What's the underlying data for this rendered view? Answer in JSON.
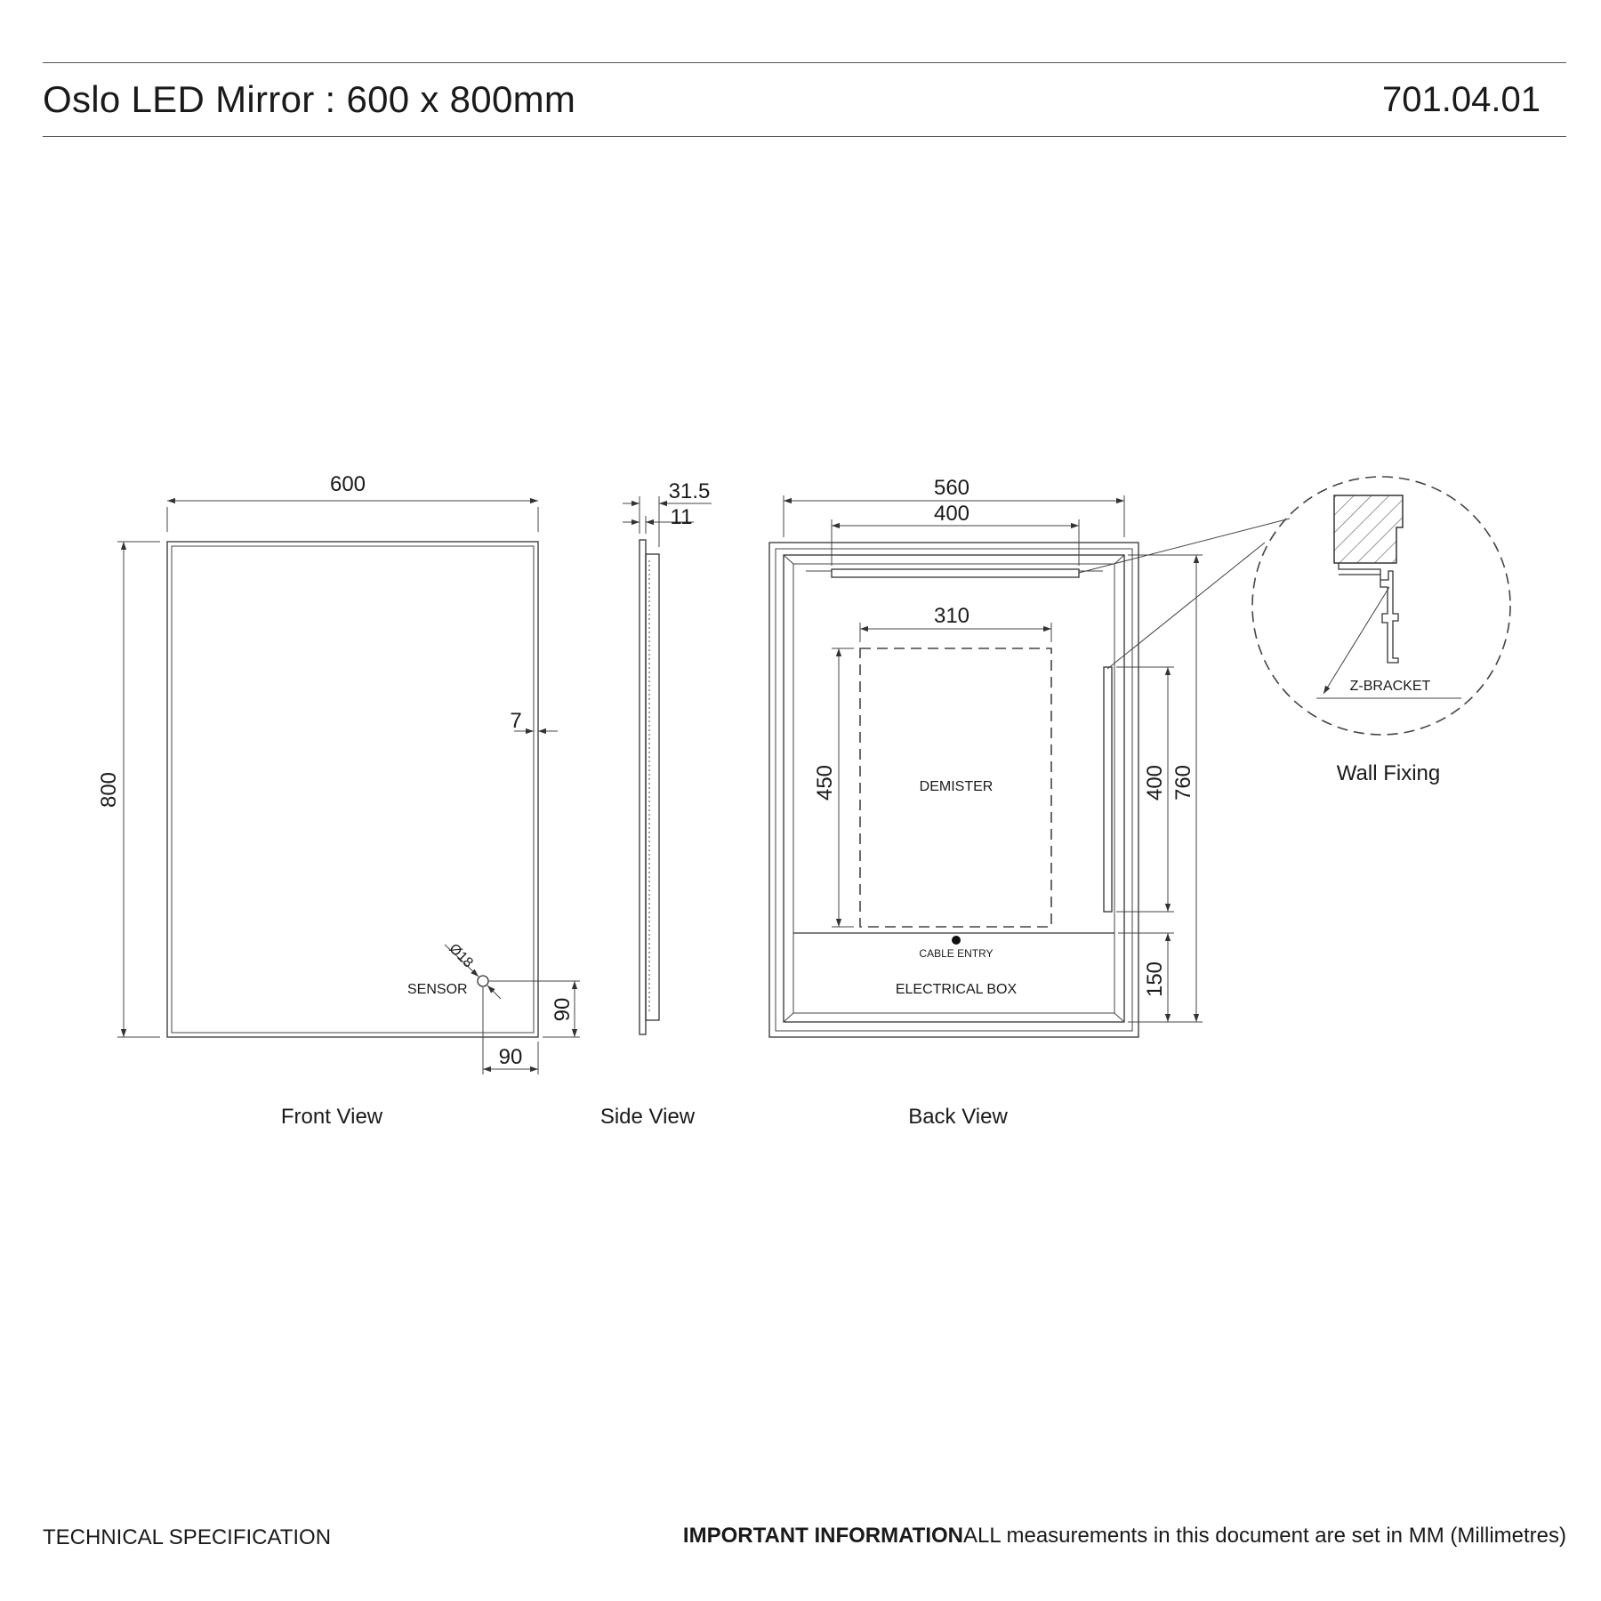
{
  "header": {
    "title": "Oslo LED Mirror : 600 x 800mm",
    "code": "701.04.01"
  },
  "footer": {
    "left": "TECHNICAL SPECIFICATION",
    "important_label": "IMPORTANT INFORMATION",
    "important_text": "ALL measurements in this document are set in MM (Millimetres)"
  },
  "front_view": {
    "label": "Front View",
    "width": "600",
    "height": "800",
    "border": "7",
    "sensor_label": "SENSOR",
    "sensor_diameter": "Ø18",
    "sensor_from_bottom": "90",
    "sensor_from_right": "90"
  },
  "side_view": {
    "label": "Side View",
    "depth_total": "31.5",
    "depth_glass": "11"
  },
  "back_view": {
    "label": "Back View",
    "frame_width": "560",
    "bracket_width": "400",
    "demister_width": "310",
    "demister_height": "450",
    "demister_label": "DEMISTER",
    "side_bracket_height": "400",
    "frame_height": "760",
    "electrical_box_height": "150",
    "cable_entry_label": "CABLE ENTRY",
    "electrical_box_label": "ELECTRICAL BOX"
  },
  "wall_fixing": {
    "label": "Wall Fixing",
    "bracket_label": "Z-BRACKET"
  }
}
